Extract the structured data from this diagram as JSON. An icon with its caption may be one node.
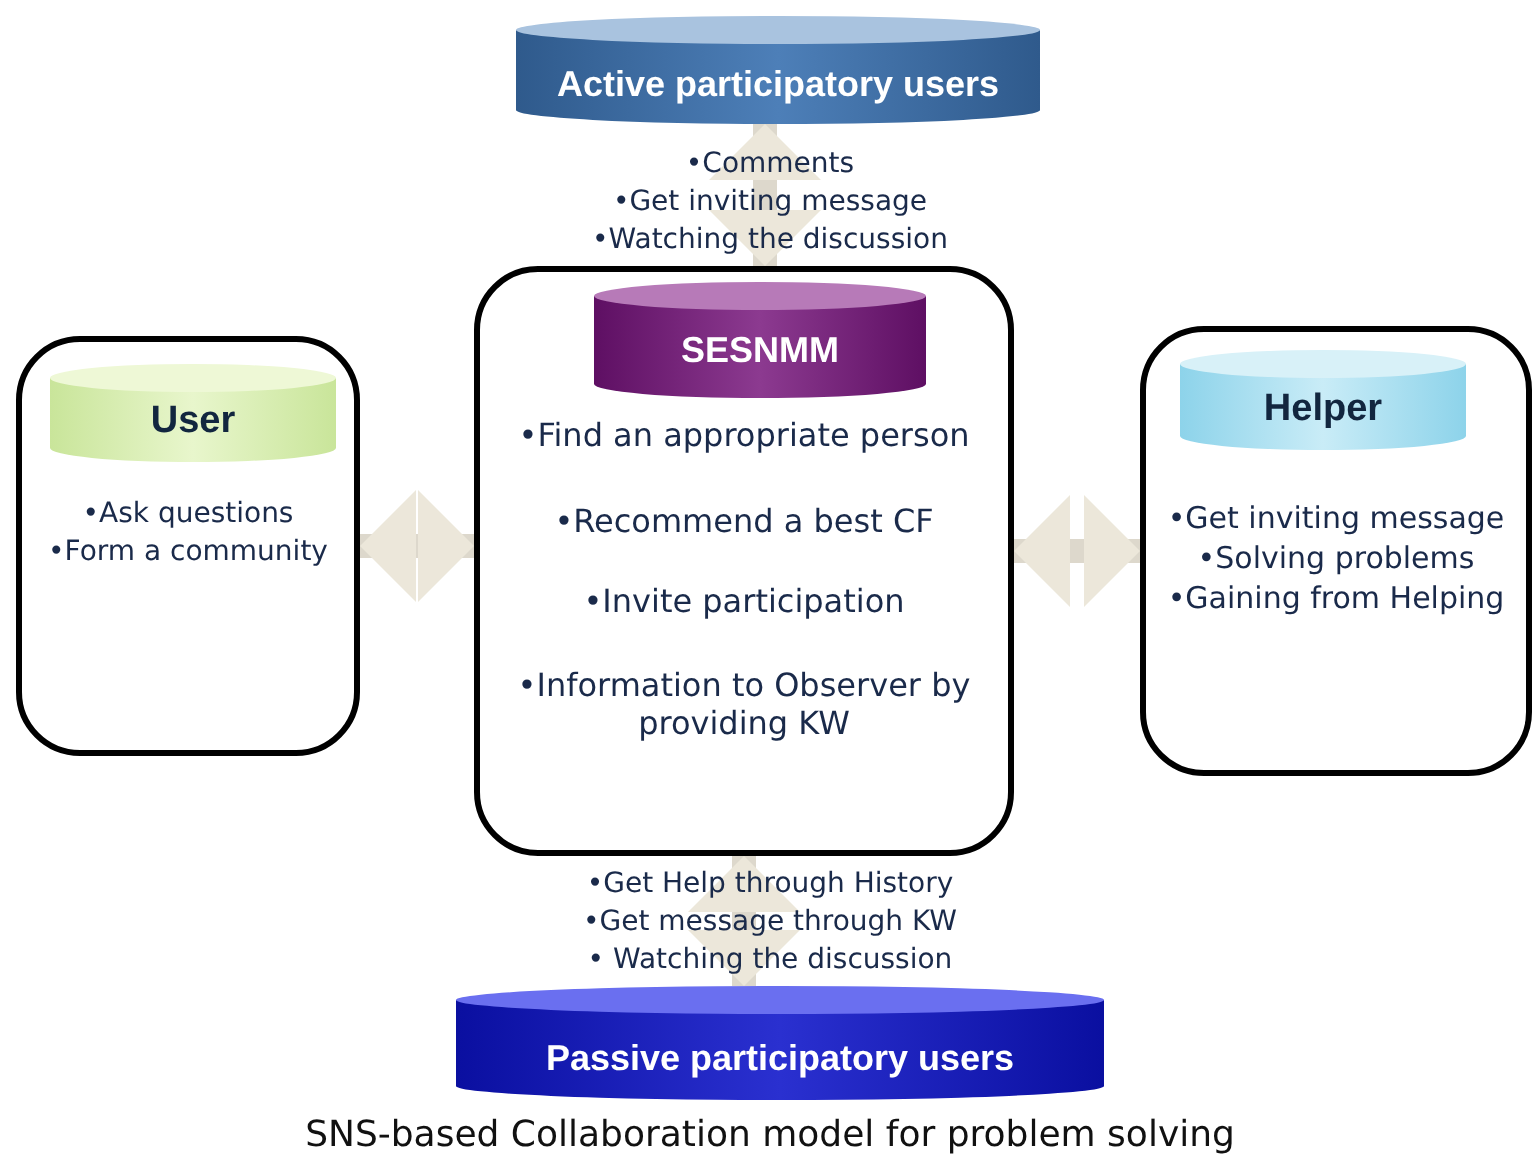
{
  "diagram": {
    "caption": "SNS-based Collaboration model for problem solving",
    "nodes": [
      {
        "text": [
          "Active participatory users"
        ]
      },
      {
        "text": [
          "•Ask questions",
          "•Form a community"
        ]
      },
      {
        "text": [
          "User"
        ],
        "in": 1
      },
      {
        "text": [
          "•Find an appropriate person",
          "•Recommend a best CF",
          "•Invite participation",
          "•Information to Observer by providing KW"
        ]
      },
      {
        "text": [
          "SESNMM"
        ],
        "in": 3
      },
      {
        "text": [
          "•Get inviting message",
          "•Solving problems",
          "•Gaining from Helping"
        ]
      },
      {
        "text": [
          "Helper"
        ],
        "in": 5
      },
      {
        "text": [
          "Passive participatory users"
        ]
      }
    ],
    "edges": [
      {
        "from": 0,
        "to": 3,
        "arrow": "both"
      },
      {
        "from": 1,
        "to": 3,
        "arrow": "both"
      },
      {
        "from": 3,
        "to": 5,
        "arrow": "both"
      },
      {
        "from": 3,
        "to": 7,
        "arrow": "both"
      }
    ],
    "labels": [
      "•Comments",
      "•Get inviting message",
      "•Watching the discussion",
      "•Get Help through History",
      "•Get message through KW",
      "• Watching the discussion"
    ]
  }
}
